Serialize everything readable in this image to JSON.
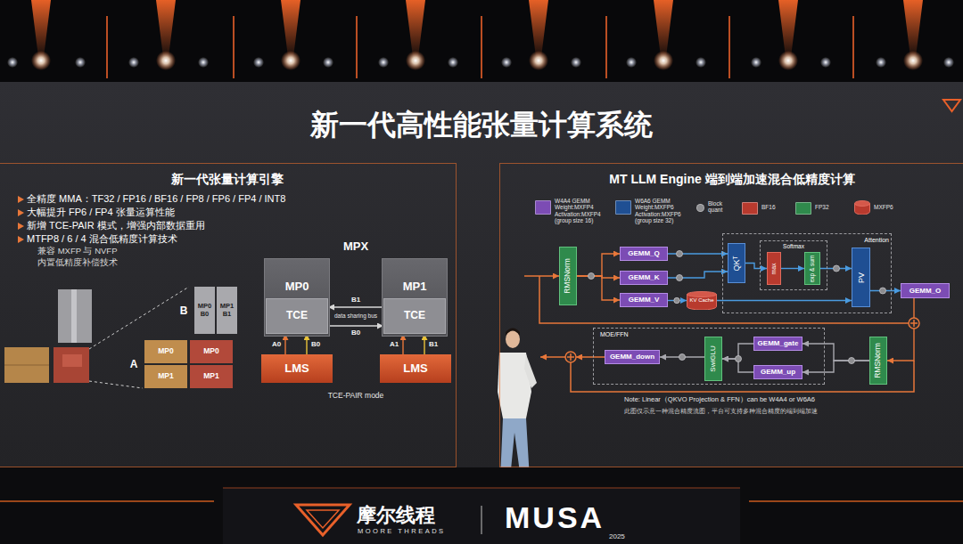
{
  "diagram": {
    "title": "新一代高性能张量计算系统",
    "nodes": [
      {
        "text": [
          "新一代张量计算引擎"
        ]
      },
      {
        "text": [
          "MP0 B0"
        ],
        "in": 0
      },
      {
        "text": [
          "MP1 B1"
        ],
        "in": 0
      },
      {
        "text": [
          "MP0"
        ],
        "in": 0
      },
      {
        "text": [
          "MP0"
        ],
        "in": 0
      },
      {
        "text": [
          "MP1"
        ],
        "in": 0
      },
      {
        "text": [
          "MP1"
        ],
        "in": 0
      },
      {
        "text": [
          "MP0"
        ],
        "in": 0
      },
      {
        "text": [
          "TCE"
        ],
        "in": 7
      },
      {
        "text": [
          "MP1"
        ],
        "in": 0
      },
      {
        "text": [
          "TCE"
        ],
        "in": 9
      },
      {
        "text": [
          "LMS"
        ],
        "in": 0
      },
      {
        "text": [
          "LMS"
        ],
        "in": 0
      },
      {
        "text": [
          "MT LLM Engine 端到端加速混合低精度计算"
        ]
      },
      {
        "text": [
          "RMSNorm"
        ],
        "in": 13
      },
      {
        "text": [
          "GEMM_Q"
        ],
        "in": 13
      },
      {
        "text": [
          "GEMM_K"
        ],
        "in": 13
      },
      {
        "text": [
          "GEMM_V"
        ],
        "in": 13
      },
      {
        "text": [
          "KV Cache"
        ],
        "in": 13
      },
      {
        "text": [
          "Attention"
        ],
        "in": 13
      },
      {
        "text": [
          "QKᵀ"
        ],
        "in": 19
      },
      {
        "text": [
          "Softmax"
        ],
        "in": 19
      },
      {
        "text": [
          "max"
        ],
        "in": 21
      },
      {
        "text": [
          "exp & sum"
        ],
        "in": 21
      },
      {
        "text": [
          "PV"
        ],
        "in": 19
      },
      {
        "text": [
          "GEMM_O"
        ],
        "in": 13
      },
      {
        "text": [
          "MOE/FFN"
        ],
        "in": 13
      },
      {
        "text": [
          "GEMM_down"
        ],
        "in": 26
      },
      {
        "text": [
          "SwiGLU"
        ],
        "in": 26
      },
      {
        "text": [
          "GEMM_gate"
        ],
        "in": 26
      },
      {
        "text": [
          "GEMM_up"
        ],
        "in": 26
      },
      {
        "text": [
          "RMSNorm"
        ],
        "in": 13
      }
    ],
    "edges": [
      {
        "from": 10,
        "to": 8,
        "arrow": "to",
        "label": "B1"
      },
      {
        "from": 8,
        "to": 10,
        "arrow": "to",
        "label": "B0"
      },
      {
        "from": 11,
        "to": 8,
        "arrow": "to",
        "label": "A0"
      },
      {
        "from": 11,
        "to": 8,
        "arrow": "to",
        "label": "B0"
      },
      {
        "from": 12,
        "to": 10,
        "arrow": "to",
        "label": "A1"
      },
      {
        "from": 12,
        "to": 10,
        "arrow": "to",
        "label": "B1"
      },
      {
        "from": 14,
        "to": 15,
        "arrow": "to"
      },
      {
        "from": 14,
        "to": 16,
        "arrow": "to"
      },
      {
        "from": 14,
        "to": 17,
        "arrow": "to"
      },
      {
        "from": 15,
        "to": 20,
        "arrow": "to"
      },
      {
        "from": 16,
        "to": 20,
        "arrow": "to"
      },
      {
        "from": 17,
        "to": 18,
        "arrow": "to"
      },
      {
        "from": 18,
        "to": 24,
        "arrow": "to"
      },
      {
        "from": 20,
        "to": 22,
        "arrow": "to"
      },
      {
        "from": 22,
        "to": 23,
        "arrow": "to"
      },
      {
        "from": 23,
        "to": 24,
        "arrow": "to"
      },
      {
        "from": 24,
        "to": 25,
        "arrow": "to"
      },
      {
        "from": 25,
        "to": 31,
        "arrow": "to"
      },
      {
        "from": 31,
        "to": 29,
        "arrow": "to"
      },
      {
        "from": 31,
        "to": 30,
        "arrow": "to"
      },
      {
        "from": 29,
        "to": 28,
        "arrow": "to"
      },
      {
        "from": 30,
        "to": 28,
        "arrow": "to"
      },
      {
        "from": 28,
        "to": 27,
        "arrow": "to"
      }
    ],
    "labels": [
      "全精度 MMA：TF32 / FP16 / BF16 / FP8 / FP6 / FP4 / INT8",
      "大幅提升 FP6 / FP4 张量运算性能",
      "新增 TCE-PAIR 模式，增强内部数据重用",
      "MTFP8 / 6 / 4 混合低精度计算技术",
      "兼容 MXFP 与 NVFP",
      "内置低精度补偿技术",
      "B",
      "A",
      "MPX",
      "data sharing bus",
      "TCE-PAIR mode",
      "Note: Linear（QKVO Projection & FFN）can be W4A4 or W6A6",
      "此图仅示意一种混合精度流图，平台可支持多种混合精度的端到端加速",
      "摩尔线程",
      "MOORE THREADS",
      "MUSA",
      "2025"
    ],
    "legend": [
      {
        "text": "W4A4 GEMM Weight:MXFP4 Activation:MXFP4 (group size 16)",
        "color": "#7c4cb4"
      },
      {
        "text": "W6A6 GEMM Weight:MXFP6 Activation:MXFP6 (group size 32)",
        "color": "#1f4f93"
      },
      {
        "text": "Block quant",
        "color": "#8d8d90"
      },
      {
        "text": "BF16",
        "color": "#b83a2e"
      },
      {
        "text": "FP32",
        "color": "#2f8a4c"
      },
      {
        "text": "MXFP6"
      }
    ]
  }
}
